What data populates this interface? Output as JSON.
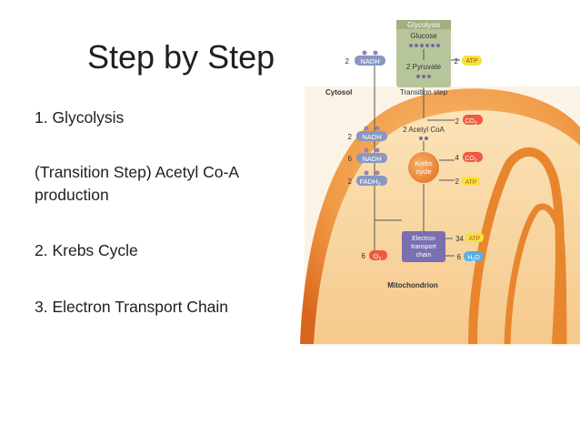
{
  "slide": {
    "title": "Step by Step",
    "bullets": [
      "1.    Glycolysis",
      "(Transition Step) Acetyl Co-A",
      "production",
      "2. Krebs Cycle",
      "3. Electron Transport Chain"
    ]
  },
  "diagram": {
    "glycolysis_title": "Glycolysis",
    "glucose": "Glucose",
    "pyruvate": "2 Pyruvate",
    "cytosol": "Cytosol",
    "transition_step": "Transition step",
    "acetyl_coa": "2 Acetyl CoA",
    "krebs_line1": "Krebs",
    "krebs_line2": "cycle",
    "etc_line1": "Electron",
    "etc_line2": "transport",
    "etc_line3": "chain",
    "mitochondrion": "Mitochondrion",
    "left_outputs": [
      {
        "count": "2",
        "label": "NADH"
      },
      {
        "count": "2",
        "label": "NADH"
      },
      {
        "count": "6",
        "label": "NADH"
      },
      {
        "count": "2",
        "label": "FADH",
        "sub": "2"
      },
      {
        "count": "6",
        "label": "O",
        "sub": "2"
      }
    ],
    "right_outputs": [
      {
        "count": "2",
        "label": "ATP"
      },
      {
        "count": "2",
        "label": "CO",
        "sub": "2"
      },
      {
        "count": "4",
        "label": "CO",
        "sub": "2"
      },
      {
        "count": "2",
        "label": "ATP"
      },
      {
        "count": "34",
        "label": "ATP"
      },
      {
        "count": "6",
        "label": "H",
        "sub": "2",
        "tail": "O"
      }
    ],
    "colors": {
      "nadh": "#8a97c2",
      "atp": "#f2e43a",
      "co2": "#ef5b3c",
      "o2": "#ef5b3c",
      "h2o": "#5aaee3",
      "krebs": "#f08a3c",
      "etc": "#7a6fb0",
      "mito_outer": "#e8782a",
      "glyc_box": "#b7c59a"
    }
  }
}
